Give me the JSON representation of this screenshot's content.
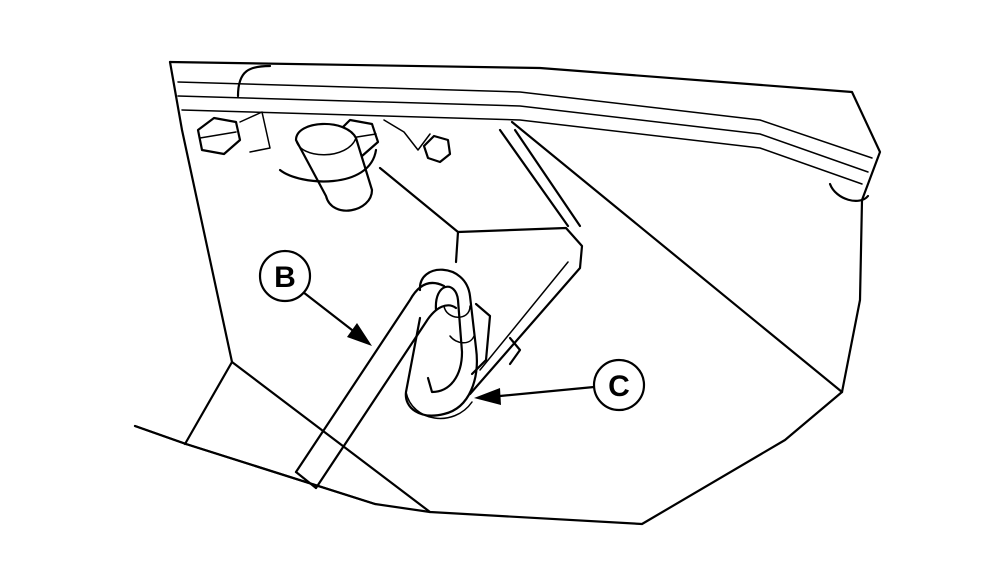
{
  "callouts": [
    {
      "id": "B",
      "label": "B"
    },
    {
      "id": "C",
      "label": "C"
    }
  ]
}
